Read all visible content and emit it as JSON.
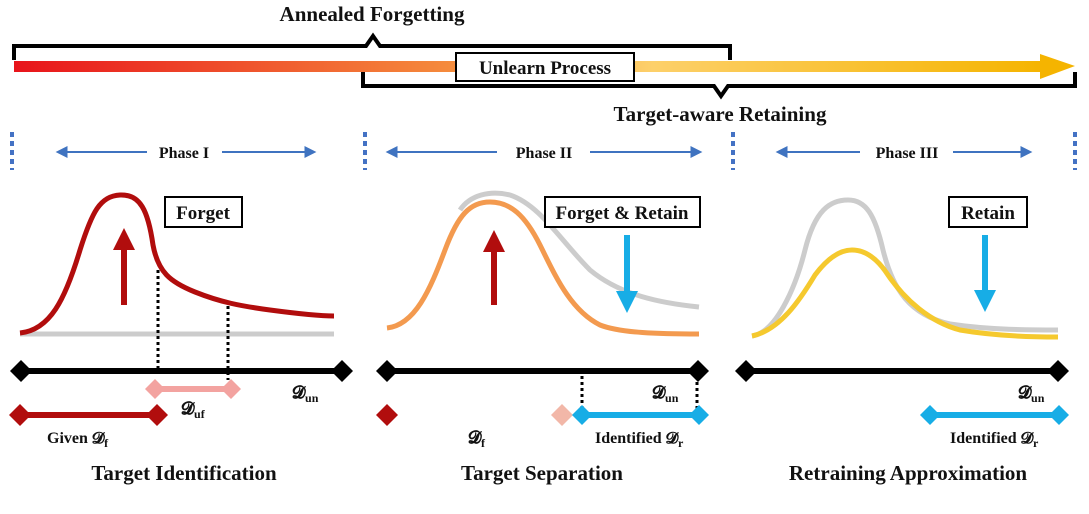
{
  "top": {
    "annealed_label": "Annealed Forgetting",
    "unlearn_label": "Unlearn Process",
    "retaining_label": "Target-aware Retaining"
  },
  "phases": [
    {
      "label": "Phase I",
      "box_label": "Forget",
      "dataset_label": "𝓓",
      "dataset_sub": "un",
      "caption": "Target Identification",
      "uf_label": "𝓓",
      "uf_sub": "uf",
      "segment_label": "Given 𝓓",
      "segment_sub": "f"
    },
    {
      "label": "Phase II",
      "box_label": "Forget & Retain",
      "dataset_label": "𝓓",
      "dataset_sub": "un",
      "caption": "Target Separation",
      "forget_label": "𝓓",
      "forget_sub": "f",
      "retain_label": "Identified 𝓓",
      "retain_sub": "r"
    },
    {
      "label": "Phase III",
      "box_label": "Retain",
      "dataset_label": "𝓓",
      "dataset_sub": "un",
      "caption": "Retraining Approximation",
      "retain_label": "Identified 𝓓",
      "retain_sub": "r"
    }
  ],
  "colors": {
    "dark_red": "#b10d0d",
    "orange": "#f39a4f",
    "yellow": "#f5c92e",
    "gray": "#cccccc",
    "pink": "#f3a3a0",
    "cyan": "#17ade6",
    "blue_arrow": "#3f73c0",
    "dashed_blue": "#4472c4",
    "black": "#000000"
  }
}
